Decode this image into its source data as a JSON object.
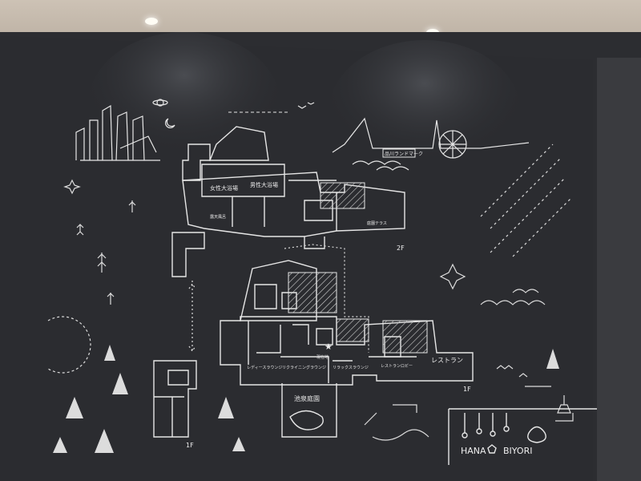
{
  "map": {
    "room_labels": {
      "womens_bath": "女性大浴場",
      "mens_bath": "男性大浴場",
      "restaurant": "レストラン",
      "pond_garden": "池泉庭園",
      "current_location": "現在地",
      "lounge_a": "リクライニングラウンジ",
      "lounge_b": "レディースラウンジ",
      "lounge_c": "リラックスラウンジ",
      "garden_terrace": "庭園テラス",
      "outdoor_bath": "露天風呂",
      "restaurant_lobby": "レストランロビー"
    },
    "floors": {
      "second": "2F",
      "first": "1F",
      "basement": "1F"
    },
    "skyline_sign": "品川ランドマーク"
  },
  "brand": {
    "logo_left": "HANA",
    "logo_right": "BIYORI"
  },
  "colors": {
    "wall": "#2c2d31",
    "line": "#e6e6e6",
    "ceiling": "#c6bcae",
    "right_wall": "#3a3b3f"
  }
}
